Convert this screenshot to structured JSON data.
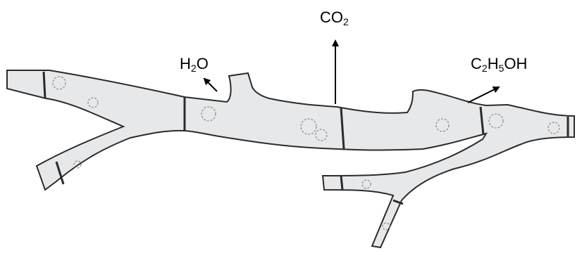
{
  "labels": {
    "water": {
      "main": "H",
      "sub": "2",
      "tail": "O"
    },
    "co2": {
      "main": "CO",
      "sub": "2"
    },
    "ethanol": {
      "p1": "C",
      "s1": "2",
      "p2": "H",
      "s2": "5",
      "p3": "OH"
    }
  },
  "colors": {
    "hypha_fill": "#e6e8ea",
    "outline": "#2b2b2b",
    "arrow": "#000000"
  }
}
